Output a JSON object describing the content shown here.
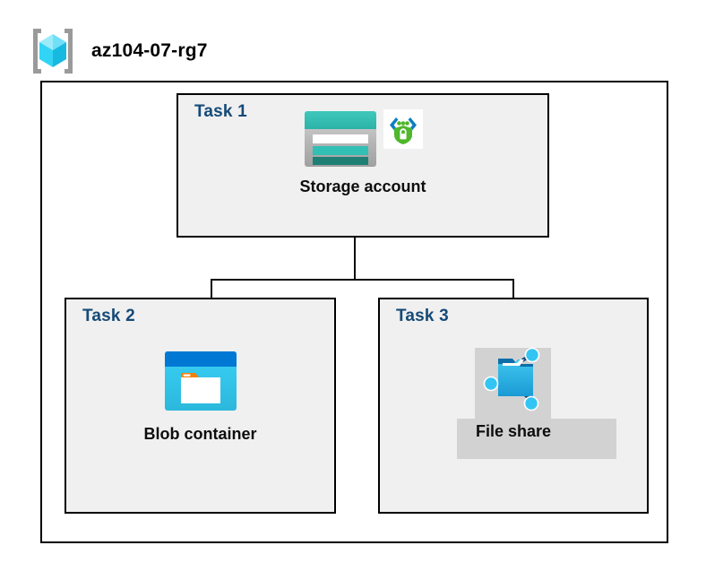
{
  "header": {
    "title": "az104-07-rg7",
    "icon": "resource-group-icon"
  },
  "diagram": {
    "container_name": "resource-group-container",
    "tasks": [
      {
        "label": "Task 1",
        "node_caption": "Storage account",
        "icons": [
          "storage-account-icon",
          "secure-endpoint-shield-icon"
        ]
      },
      {
        "label": "Task 2",
        "node_caption": "Blob container",
        "icons": [
          "blob-container-icon"
        ]
      },
      {
        "label": "Task 3",
        "node_caption": "File share",
        "icons": [
          "file-share-icon"
        ]
      }
    ],
    "connectors": [
      {
        "name": "storage-to-bus-trunk"
      },
      {
        "name": "distribution-bus"
      },
      {
        "name": "bus-to-blob-container"
      },
      {
        "name": "bus-to-file-share"
      }
    ]
  },
  "colors": {
    "task_label": "#154A77",
    "box_fill": "#f0f0f0",
    "box_border": "#000000",
    "plate_gray": "#d2d2d2",
    "storage_teal": "#32bfb4",
    "storage_teal_dark": "#1f7f74",
    "blob_blue": "#0078d4",
    "blob_cyan": "#32c5f4",
    "folder_tab_orange": "#f0820f",
    "shield_green": "#4eb72b",
    "chevron_blue": "#0d7ec4",
    "cube_cyan": "#32d4f5",
    "bracket_gray": "#9a9a9a"
  }
}
